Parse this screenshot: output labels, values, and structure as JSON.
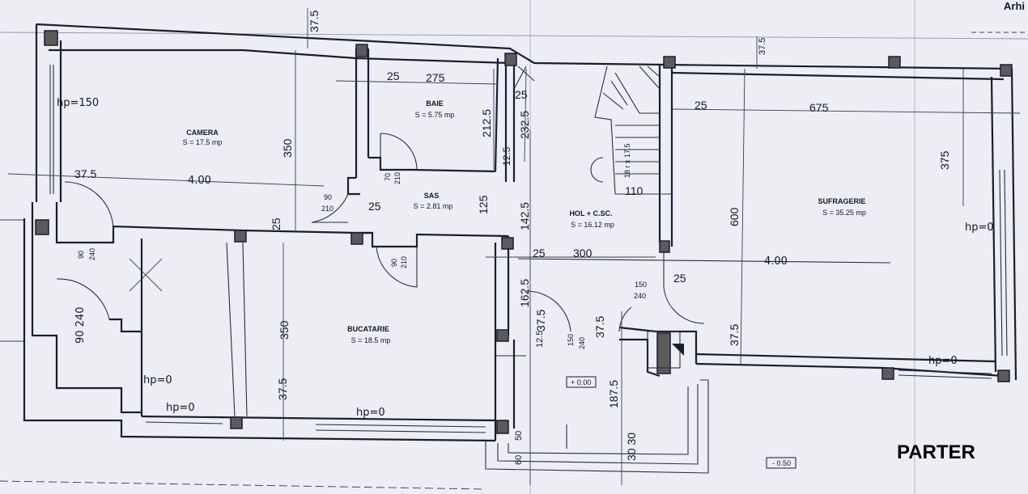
{
  "title": "PARTER",
  "corner_text": "Arhi",
  "rooms": [
    {
      "name": "CAMERA",
      "area": "S = 17.5 mp"
    },
    {
      "name": "BAIE",
      "area": "S = 5.75 mp"
    },
    {
      "name": "SAS",
      "area": "S = 2.81 mp"
    },
    {
      "name": "HOL + C.SC.",
      "area": "S = 16.12 mp"
    },
    {
      "name": "SUFRAGERIE",
      "area": "S = 35.25 mp"
    },
    {
      "name": "BUCATARIE",
      "area": "S = 18.5 mp"
    }
  ],
  "dimensions": {
    "d_37_5_top": "37.5",
    "d_37_5_top_right": "37.5",
    "d_25_baie": "25",
    "d_275": "275",
    "d_25_baie_right": "25",
    "d_212_5": "212.5",
    "d_232_5": "232.5",
    "d_12_5": "12.5",
    "d_350_camera": "350",
    "d_125": "125",
    "d_142_5": "142.5",
    "d_25_suf": "25",
    "d_675": "675",
    "d_375_right": "375",
    "d_600": "600",
    "d_37_5_left": "37.5",
    "d_4_00_hand": "4.00",
    "d_25_sas": "25",
    "d_25_buc": "25",
    "d_25_hol": "25",
    "d_300": "300",
    "d_4_00_suf_hand": "4.00",
    "d_25_door": "25",
    "d_110": "110",
    "d_18x17_5": "18 r x 17.5",
    "d_350_buc": "350",
    "d_162_5": "162.5",
    "d_37_5_hol_a": "37.5",
    "d_37_5_hol_b": "37.5",
    "d_37_5_suf": "37.5",
    "d_37_5_buc_bottom": "37.5",
    "d_187_5": "187.5",
    "d_30_30": "30 30",
    "d_50": "50",
    "d_60": "60",
    "d_12_5_small": "12.5"
  },
  "openings": {
    "hp150": "hp=150",
    "hp0_suf": "hp=0",
    "hp0_buc_a": "hp=0",
    "hp0_buc_b": "hp=0",
    "hp0_buc_c": "hp=0",
    "hp0_suf_bottom": "hp=0",
    "door_camera_top": "90",
    "door_camera_bottom": "210",
    "door_sas_top": "70",
    "door_sas_bottom": "210",
    "door_buc_top": "90",
    "door_buc_bottom": "210",
    "door_left_top": "90",
    "door_left_bottom": "240",
    "door_left_hand": "90 240",
    "door_entry_top": "150",
    "door_entry_bottom": "240",
    "door_hol_top": "150",
    "door_hol_bottom": "240"
  },
  "levels": {
    "entry": "+ 0.00",
    "outside": "- 0.50"
  },
  "colors": {
    "paper": "#eceef3",
    "ink": "#1b1d33",
    "column_fill": "#5b5b5b"
  }
}
